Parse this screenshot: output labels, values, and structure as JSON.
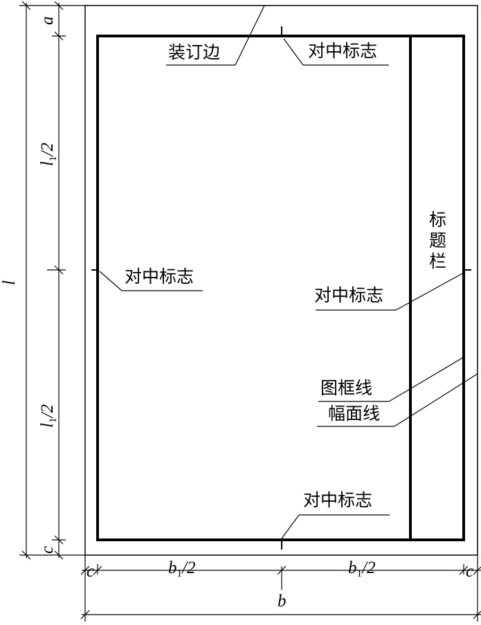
{
  "labels": {
    "binding_edge": "装订边",
    "center_mark": "对中标志",
    "title_block": "标题栏",
    "frame_line": "图框线",
    "sheet_line": "幅面线"
  },
  "dimensions": {
    "a": "a",
    "c": "c",
    "l": "l",
    "l_half_main": "l",
    "l_half_sub": "1",
    "l_half_suffix": "/2",
    "b": "b",
    "b_half_main": "b",
    "b_half_sub": "1",
    "b_half_suffix": "/2"
  }
}
